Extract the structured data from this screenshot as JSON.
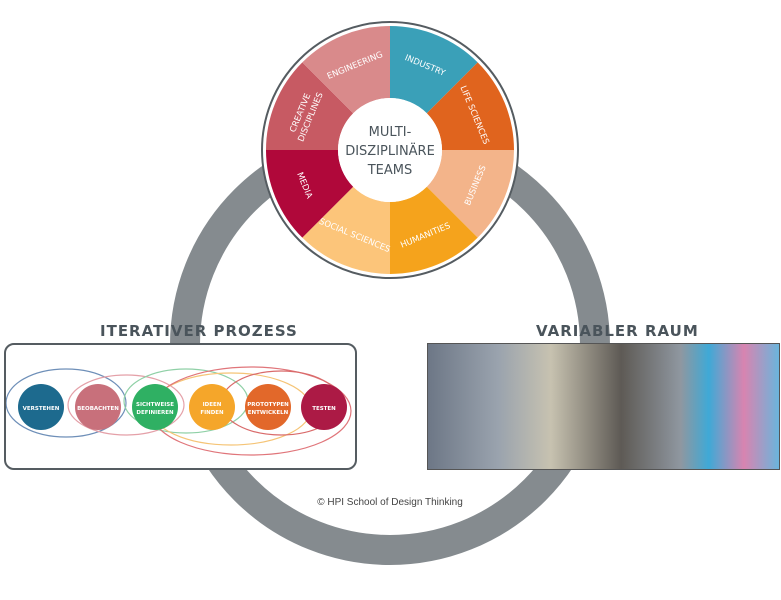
{
  "center_title": [
    "MULTI-",
    "DISZIPLINÄRE",
    "TEAMS"
  ],
  "segments": [
    {
      "label": "INDUSTRY",
      "color": "#3aa0b8"
    },
    {
      "label": "LIFE SCIENCES",
      "color": "#e0641e"
    },
    {
      "label": "BUSINESS",
      "color": "#f3b48a"
    },
    {
      "label": "HUMANITIES",
      "color": "#f5a31c"
    },
    {
      "label": "SOCIAL SCIENCES",
      "color": "#fcc57a"
    },
    {
      "label": "MEDIA",
      "color": "#b0083a"
    },
    {
      "label": "CREATIVE DISCIPLINES",
      "color": "#c75a63"
    },
    {
      "label": "ENGINEERING",
      "color": "#d98a8b"
    }
  ],
  "left_heading": "ITERATIVER PROZESS",
  "right_heading": "VARIABLER RAUM",
  "steps": [
    {
      "label": [
        "VERSTEHEN"
      ],
      "color": "#1d6a8e"
    },
    {
      "label": [
        "BEOBACHTEN"
      ],
      "color": "#c8707b"
    },
    {
      "label": [
        "SICHTWEISE",
        "DEFINIEREN"
      ],
      "color": "#2fb063"
    },
    {
      "label": [
        "IDEEN",
        "FINDEN"
      ],
      "color": "#f5a62a"
    },
    {
      "label": [
        "PROTOTYPEN",
        "ENTWICKELN"
      ],
      "color": "#e2682a"
    },
    {
      "label": [
        "TESTEN"
      ],
      "color": "#ac1a45"
    }
  ],
  "copyright": "© HPI School of Design Thinking",
  "ring_color": "#858b8f"
}
